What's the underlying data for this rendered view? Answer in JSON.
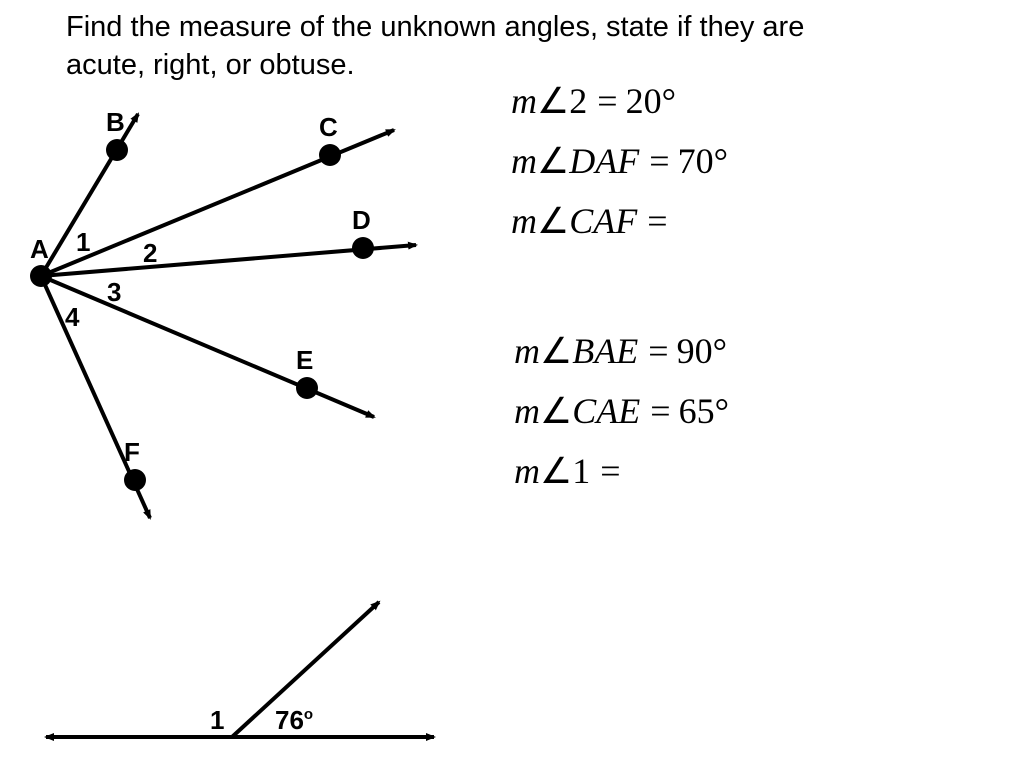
{
  "instructions": {
    "line1": "Find the measure of the unknown angles, state if they are",
    "line2": "acute, right, or obtuse."
  },
  "diagram1": {
    "vertex_label": "A",
    "points": {
      "B": "B",
      "C": "C",
      "D": "D",
      "E": "E",
      "F": "F"
    },
    "angle_labels": {
      "a1": "1",
      "a2": "2",
      "a3": "3",
      "a4": "4"
    }
  },
  "equations": [
    {
      "lhs": "2",
      "value": "20°"
    },
    {
      "lhs": "DAF",
      "value": "70°"
    },
    {
      "lhs": "CAF",
      "value": ""
    },
    {
      "lhs": "BAE",
      "value": "90°"
    },
    {
      "lhs": "CAE",
      "value": "65°"
    },
    {
      "lhs": "1",
      "value": ""
    }
  ],
  "equation_parts": {
    "m": "m",
    "angle_symbol": "∠",
    "equals": "="
  },
  "diagram2": {
    "angle_label": "1",
    "degree_label": "76",
    "degree_sup": "o"
  },
  "colors": {
    "ink": "#000000",
    "background": "#ffffff"
  }
}
